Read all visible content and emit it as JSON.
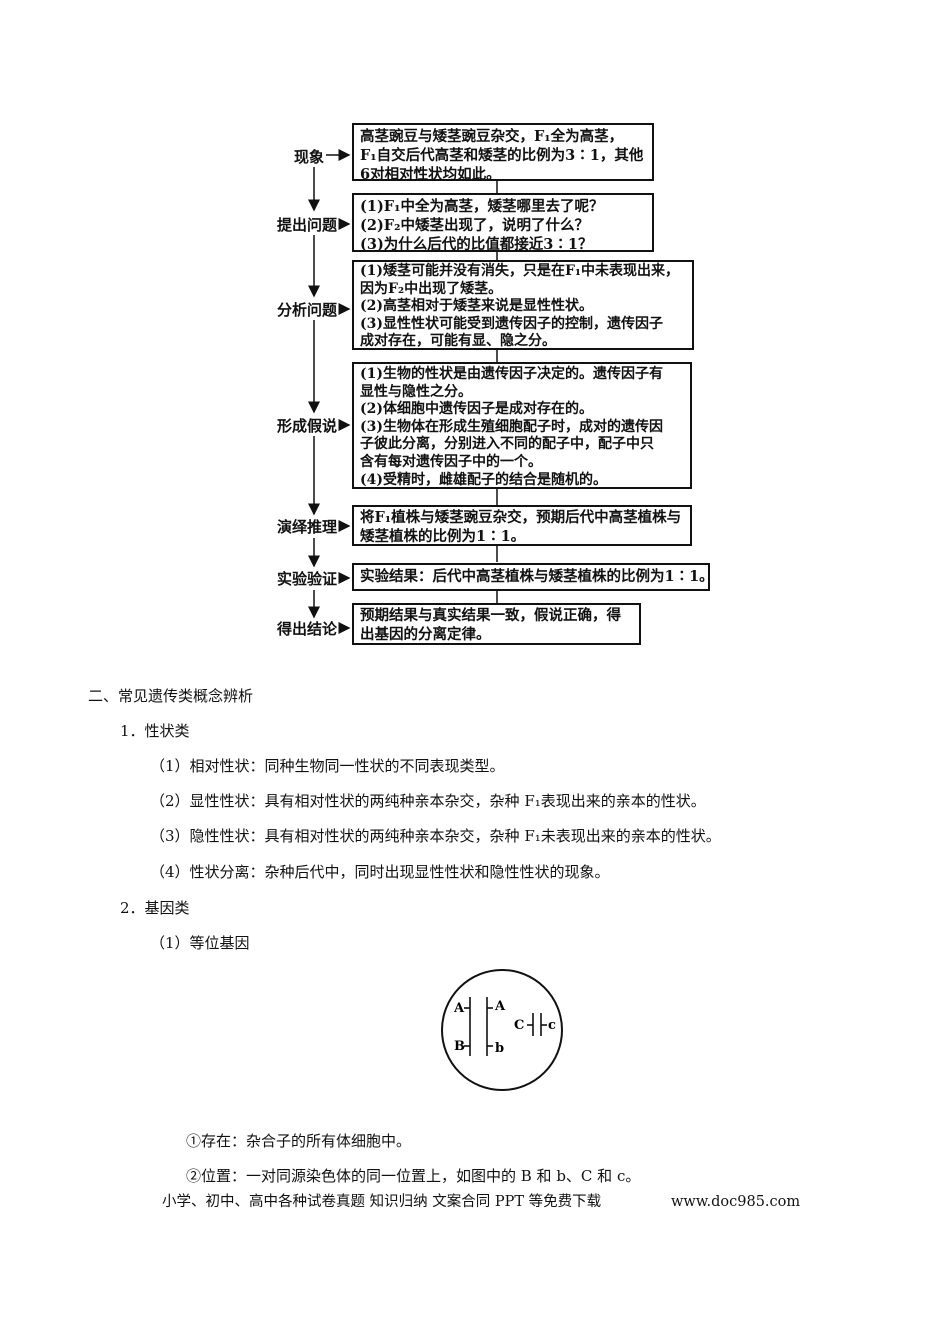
{
  "flowchart": {
    "steps": [
      {
        "label": "现象",
        "lines": [
          "高茎豌豆与矮茎豌豆杂交，F₁全为高茎，",
          "F₁自交后代高茎和矮茎的比例为3∶1，其他",
          "6对相对性状均如此。"
        ]
      },
      {
        "label": "提出问题",
        "lines": [
          "(1)F₁中全为高茎，矮茎哪里去了呢？",
          "(2)F₂中矮茎出现了，说明了什么？",
          "(3)为什么后代的比值都接近3∶1？"
        ]
      },
      {
        "label": "分析问题",
        "lines": [
          "(1)矮茎可能并没有消失，只是在F₁中未表现出来，",
          "因为F₂中出现了矮茎。",
          "(2)高茎相对于矮茎来说是显性性状。",
          "(3)显性性状可能受到遗传因子的控制，遗传因子",
          "成对存在，可能有显、隐之分。"
        ]
      },
      {
        "label": "形成假说",
        "lines": [
          "(1)生物的性状是由遗传因子决定的。遗传因子有",
          "显性与隐性之分。",
          "(2)体细胞中遗传因子是成对存在的。",
          "(3)生物体在形成生殖细胞配子时，成对的遗传因",
          "子彼此分离，分别进入不同的配子中，配子中只",
          "含有每对遗传因子中的一个。",
          "(4)受精时，雌雄配子的结合是随机的。"
        ]
      },
      {
        "label": "演绎推理",
        "lines": [
          "将F₁植株与矮茎豌豆杂交，预期后代中高茎植株与",
          "矮茎植株的比例为1∶1。"
        ]
      },
      {
        "label": "实验验证",
        "lines": [
          "实验结果：后代中高茎植株与矮茎植株的比例为1∶1。"
        ]
      },
      {
        "label": "得出结论",
        "lines": [
          "预期结果与真实结果一致，假说正确，得",
          "出基因的分离定律。"
        ]
      }
    ]
  },
  "section2": {
    "heading": "二、常见遗传类概念辨析",
    "sub1": "1．性状类",
    "p1": "（1）相对性状：同种生物同一性状的不同表现类型。",
    "p2": "（2）显性性状：具有相对性状的两纯种亲本杂交，杂种 F₁表现出来的亲本的性状。",
    "p3": "（3）隐性性状：具有相对性状的两纯种亲本杂交，杂种 F₁未表现出来的亲本的性状。",
    "p4": "（4）性状分离：杂种后代中，同时出现显性性状和隐性性状的现象。",
    "sub2": "2．基因类",
    "p5": "（1）等位基因",
    "p6": "①存在：杂合子的所有体细胞中。",
    "p7": "②位置：一对同源染色体的同一位置上，如图中的 B 和 b、C 和 c。"
  },
  "diagram": {
    "labels": {
      "A_left": "A",
      "B_left": "B",
      "A_right": "A",
      "b_right": "b",
      "C": "C",
      "c": "c"
    }
  },
  "footer": {
    "text": "小学、初中、高中各种试卷真题  知识归纳  文案合同  PPT 等免费下载",
    "url": "www.doc985.com"
  }
}
